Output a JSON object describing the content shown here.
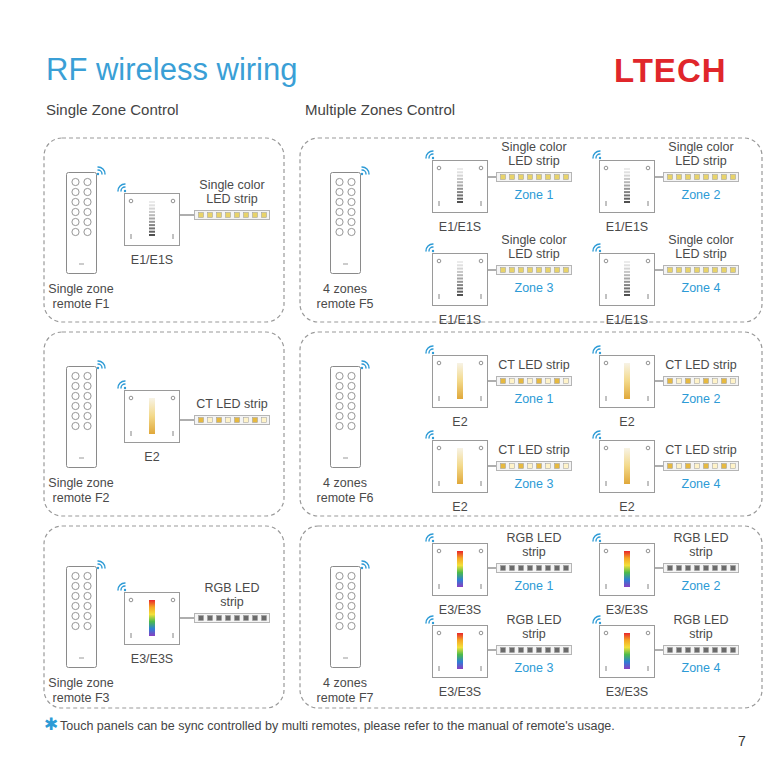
{
  "diagram": {
    "title": "RF wireless wiring",
    "nodes": [
      {
        "text": [
          "Single zone remote F1"
        ]
      },
      {
        "text": [
          "E1/E1S"
        ]
      },
      {
        "text": [
          "Single color LED strip"
        ]
      },
      {
        "text": [
          "4 zones remote F5"
        ]
      },
      {
        "text": [
          "E1/E1S"
        ]
      },
      {
        "text": [
          "Single color LED strip",
          "Zone 1"
        ]
      },
      {
        "text": [
          "E1/E1S"
        ]
      },
      {
        "text": [
          "Single color LED strip",
          "Zone 2"
        ]
      },
      {
        "text": [
          "E1/E1S"
        ]
      },
      {
        "text": [
          "Single color LED strip",
          "Zone 3"
        ]
      },
      {
        "text": [
          "E1/E1S"
        ]
      },
      {
        "text": [
          "Single color LED strip",
          "Zone 4"
        ]
      },
      {
        "text": [
          "Single zone remote F2"
        ]
      },
      {
        "text": [
          "E2"
        ]
      },
      {
        "text": [
          "CT LED strip"
        ]
      },
      {
        "text": [
          "4 zones remote F6"
        ]
      },
      {
        "text": [
          "E2"
        ]
      },
      {
        "text": [
          "CT LED strip",
          "Zone 1"
        ]
      },
      {
        "text": [
          "E2"
        ]
      },
      {
        "text": [
          "CT LED strip",
          "Zone 2"
        ]
      },
      {
        "text": [
          "E2"
        ]
      },
      {
        "text": [
          "CT LED strip",
          "Zone 3"
        ]
      },
      {
        "text": [
          "E2"
        ]
      },
      {
        "text": [
          "CT LED strip",
          "Zone 4"
        ]
      },
      {
        "text": [
          "Single zone remote F3"
        ]
      },
      {
        "text": [
          "E3/E3S"
        ]
      },
      {
        "text": [
          "RGB LED strip"
        ]
      },
      {
        "text": [
          "4 zones remote F7"
        ]
      },
      {
        "text": [
          "E3/E3S"
        ]
      },
      {
        "text": [
          "RGB LED strip",
          "Zone 1"
        ]
      },
      {
        "text": [
          "E3/E3S"
        ]
      },
      {
        "text": [
          "RGB LED strip",
          "Zone 2"
        ]
      },
      {
        "text": [
          "E3/E3S"
        ]
      },
      {
        "text": [
          "RGB LED strip",
          "Zone 3"
        ]
      },
      {
        "text": [
          "E3/E3S"
        ]
      },
      {
        "text": [
          "RGB LED strip",
          "Zone 4"
        ]
      }
    ],
    "edges": [
      {
        "from": 1,
        "to": 2,
        "arrow": "none"
      },
      {
        "from": 4,
        "to": 5,
        "arrow": "none"
      },
      {
        "from": 6,
        "to": 7,
        "arrow": "none"
      },
      {
        "from": 8,
        "to": 9,
        "arrow": "none"
      },
      {
        "from": 10,
        "to": 11,
        "arrow": "none"
      },
      {
        "from": 13,
        "to": 14,
        "arrow": "none"
      },
      {
        "from": 16,
        "to": 17,
        "arrow": "none"
      },
      {
        "from": 18,
        "to": 19,
        "arrow": "none"
      },
      {
        "from": 20,
        "to": 21,
        "arrow": "none"
      },
      {
        "from": 22,
        "to": 23,
        "arrow": "none"
      },
      {
        "from": 25,
        "to": 26,
        "arrow": "none"
      },
      {
        "from": 28,
        "to": 29,
        "arrow": "none"
      },
      {
        "from": 30,
        "to": 31,
        "arrow": "none"
      },
      {
        "from": 32,
        "to": 33,
        "arrow": "none"
      },
      {
        "from": 34,
        "to": 35,
        "arrow": "none"
      }
    ],
    "labels": [
      "LTECH",
      "Single Zone Control",
      "Multiple Zones Control",
      "✱",
      "Touch panels can be sync controlled by multi remotes, please refer to the manual of remote's usage.",
      "7"
    ]
  }
}
